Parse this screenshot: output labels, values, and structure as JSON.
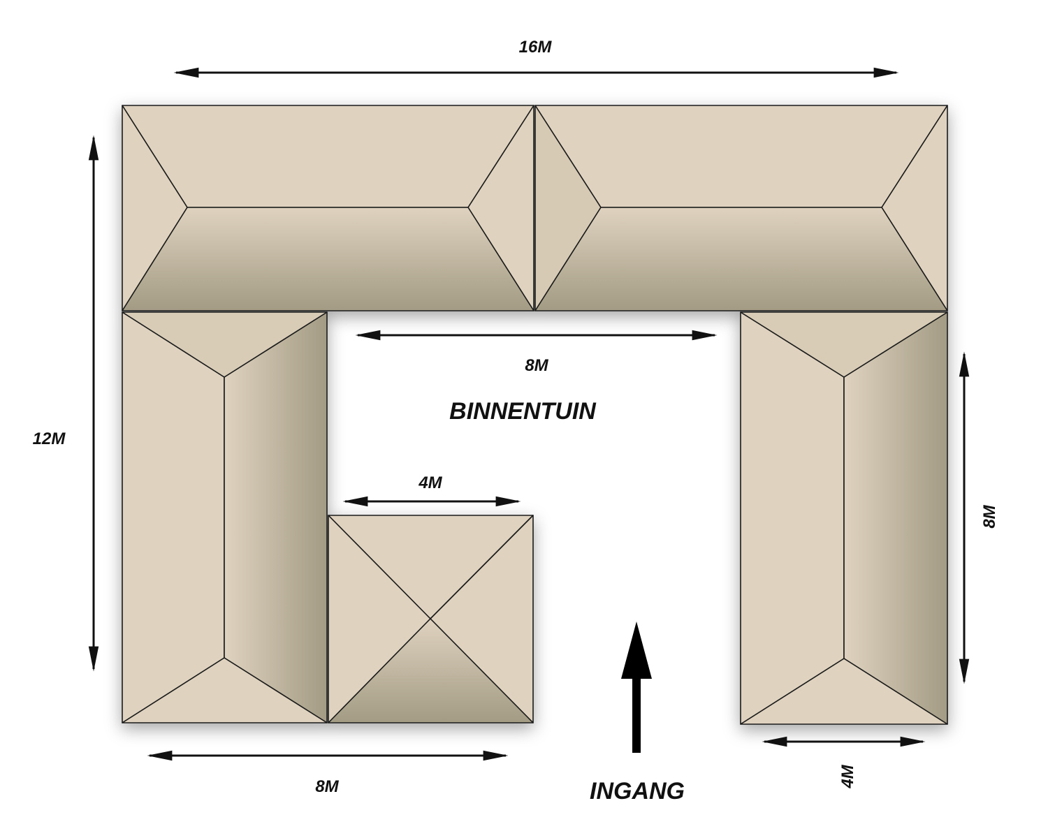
{
  "colors": {
    "roof_light": "#dfd3bf",
    "roof_dark": "#a39b84",
    "ink": "#111111"
  },
  "labels": {
    "top_width": "16M",
    "left_height": "12M",
    "inner_width": "8M",
    "courtyard": "BINNENTUIN",
    "square_width": "4M",
    "bottom_left_width": "8M",
    "entrance": "INGANG",
    "right_wing_length": "8M",
    "right_wing_width": "4M"
  }
}
